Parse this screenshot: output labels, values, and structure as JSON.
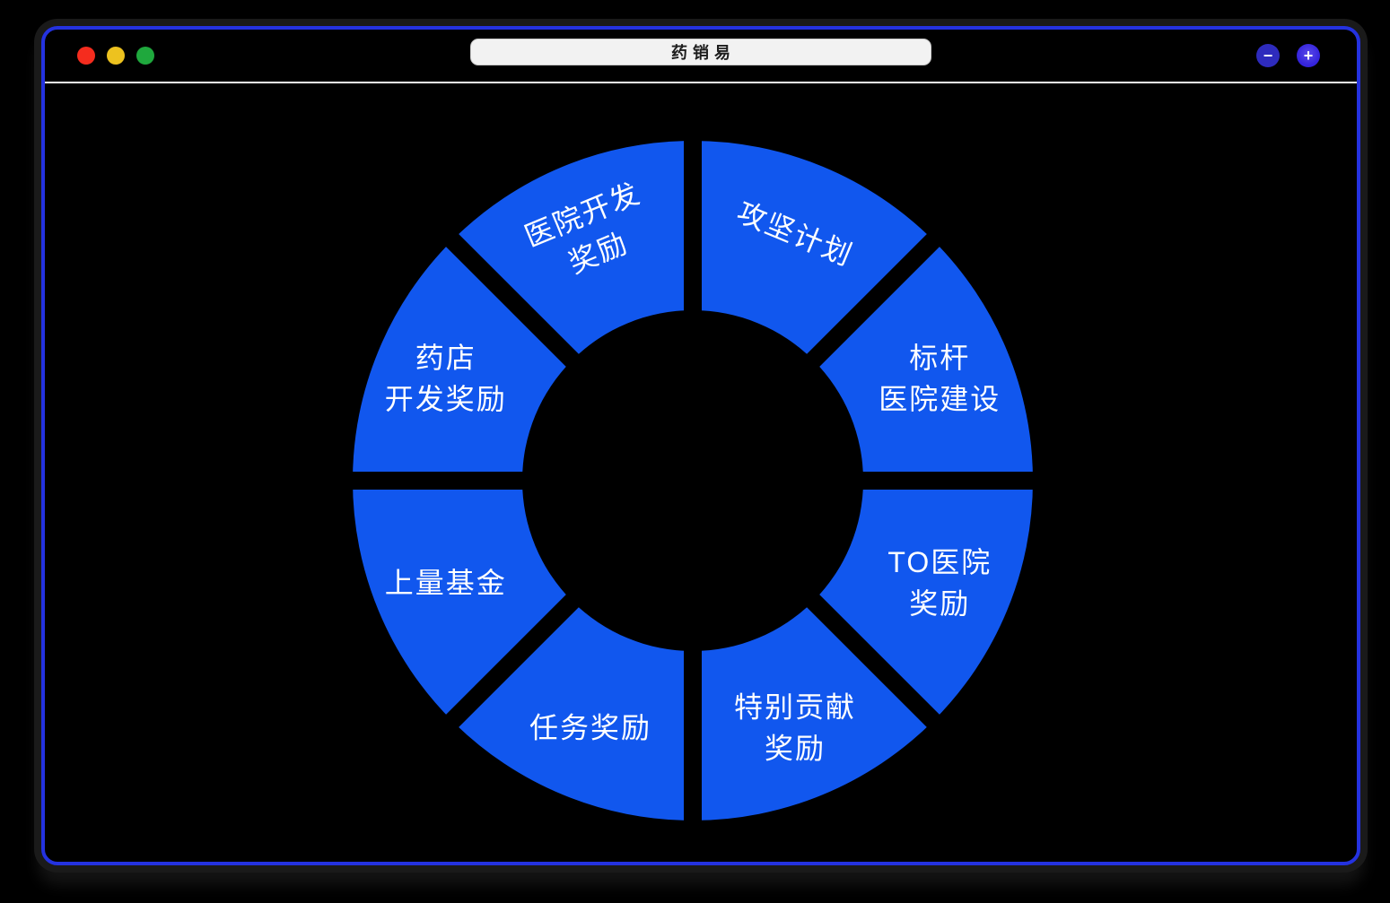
{
  "window": {
    "title": "药销易",
    "controls": {
      "zoom_out_glyph": "−",
      "zoom_in_glyph": "+"
    }
  },
  "colors": {
    "page_background": "#000000",
    "window_border": "#2432e0",
    "titlebar_background": "#000000",
    "divider": "#f6f6f6",
    "address_pill_background": "#f2f2f2",
    "address_pill_text": "#1d1d1d",
    "traffic_red": "#f52c1e",
    "traffic_yellow": "#edc21f",
    "traffic_green": "#1fa83d",
    "zoom_out_button": "#2e2bbd",
    "zoom_in_button": "#3423dc"
  },
  "chart_data": {
    "type": "pie",
    "variant": "donut",
    "equal_slices": true,
    "legend": "none",
    "center_text": "",
    "segments": [
      {
        "label": "攻坚计划",
        "lines": [
          "攻坚计划"
        ],
        "mid_angle_deg": 22.5,
        "label_rotation_deg": 22.5
      },
      {
        "label": "标杆医院建设",
        "lines": [
          "标杆",
          "医院建设"
        ],
        "mid_angle_deg": 67.5,
        "label_rotation_deg": 0
      },
      {
        "label": "TO医院奖励",
        "lines": [
          "TO医院",
          "奖励"
        ],
        "mid_angle_deg": 112.5,
        "label_rotation_deg": 0
      },
      {
        "label": "特别贡献奖励",
        "lines": [
          "特别贡献",
          "奖励"
        ],
        "mid_angle_deg": 157.5,
        "label_rotation_deg": 0
      },
      {
        "label": "任务奖励",
        "lines": [
          "任务奖励"
        ],
        "mid_angle_deg": 202.5,
        "label_rotation_deg": 0
      },
      {
        "label": "上量基金",
        "lines": [
          "上量基金"
        ],
        "mid_angle_deg": 247.5,
        "label_rotation_deg": 0
      },
      {
        "label": "药店开发奖励",
        "lines": [
          "药店",
          "开发奖励"
        ],
        "mid_angle_deg": 292.5,
        "label_rotation_deg": 0
      },
      {
        "label": "医院开发奖励",
        "lines": [
          "医院开发",
          "奖励"
        ],
        "mid_angle_deg": 337.5,
        "label_rotation_deg": -22.5
      }
    ],
    "colors": {
      "segment": "#1157ee",
      "label": "#ffffff",
      "background": "#000000"
    },
    "geometry": {
      "outer_radius": 379,
      "inner_radius": 190,
      "label_radius": 298,
      "gap_width": 20,
      "label_font_size": 32,
      "label_line_height": 46
    }
  }
}
